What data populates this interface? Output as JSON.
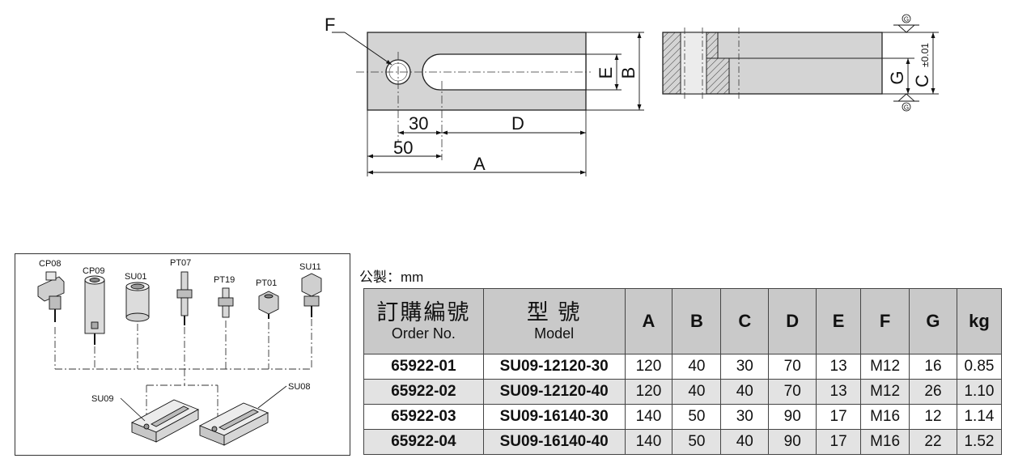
{
  "drawing": {
    "dims": {
      "f": "F",
      "e": "E",
      "b": "B",
      "g": "G",
      "c": "C",
      "tolerance": "±0.01",
      "d": "D",
      "a": "A",
      "thirty": "30",
      "fifty": "50"
    },
    "surface_symbol": "G"
  },
  "catalog": {
    "parts": {
      "cp08": "CP08",
      "cp09": "CP09",
      "su01": "SU01",
      "pt07": "PT07",
      "pt19": "PT19",
      "pt01": "PT01",
      "su11": "SU11",
      "su09": "SU09",
      "su08": "SU08"
    }
  },
  "unit_note": "公製：mm",
  "table": {
    "headers": {
      "order_zh": "訂購編號",
      "order_en": "Order No.",
      "model_zh": "型 號",
      "model_en": "Model",
      "cols": [
        "A",
        "B",
        "C",
        "D",
        "E",
        "F",
        "G",
        "kg"
      ]
    },
    "rows": [
      {
        "order": "65922-01",
        "model": "SU09-12120-30",
        "vals": [
          "120",
          "40",
          "30",
          "70",
          "13",
          "M12",
          "16",
          "0.85"
        ]
      },
      {
        "order": "65922-02",
        "model": "SU09-12120-40",
        "vals": [
          "120",
          "40",
          "40",
          "70",
          "13",
          "M12",
          "26",
          "1.10"
        ]
      },
      {
        "order": "65922-03",
        "model": "SU09-16140-30",
        "vals": [
          "140",
          "50",
          "30",
          "90",
          "17",
          "M16",
          "12",
          "1.14"
        ]
      },
      {
        "order": "65922-04",
        "model": "SU09-16140-40",
        "vals": [
          "140",
          "50",
          "40",
          "90",
          "17",
          "M16",
          "22",
          "1.52"
        ]
      }
    ]
  }
}
